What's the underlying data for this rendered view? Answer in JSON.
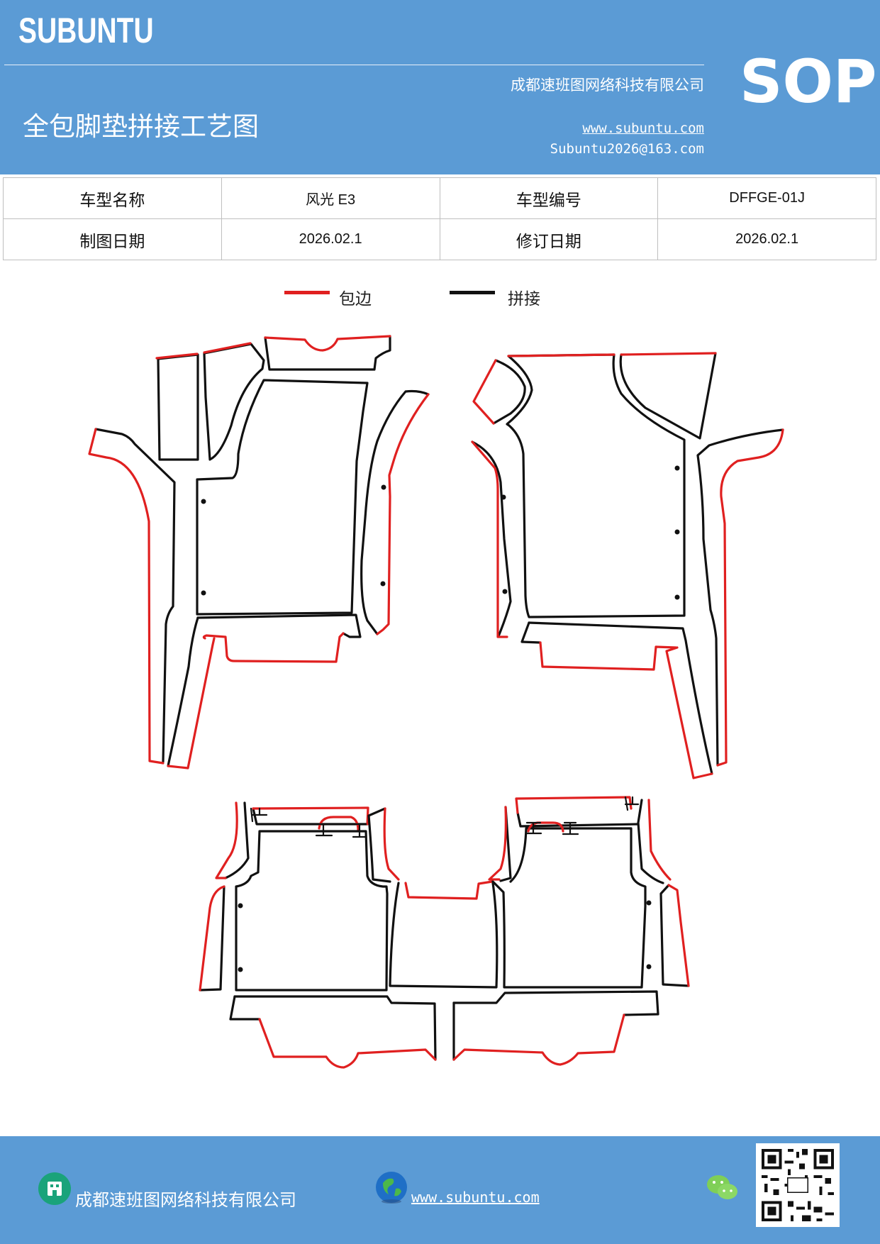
{
  "header": {
    "brand": "SUBUNTU",
    "company": "成都速班图网络科技有限公司",
    "title": "全包脚垫拼接工艺图",
    "website": "www.subuntu.com",
    "email": "Subuntu2026@163.com",
    "badge": "SOP"
  },
  "info_table": {
    "row1": {
      "label1": "车型名称",
      "value1": "风光 E3",
      "label2": "车型编号",
      "value2": "DFFGE-01J"
    },
    "row2": {
      "label1": "制图日期",
      "value1": "2026.02.1",
      "label2": "修订日期",
      "value2": "2026.02.1"
    }
  },
  "legend": {
    "edge": {
      "label": "包边",
      "color": "#e02020"
    },
    "seam": {
      "label": "拼接",
      "color": "#111111"
    }
  },
  "footer": {
    "company": "成都速班图网络科技有限公司",
    "website": "www.subuntu.com",
    "icons": [
      "building-icon",
      "globe-icon",
      "wechat-icon",
      "qr-code"
    ]
  }
}
